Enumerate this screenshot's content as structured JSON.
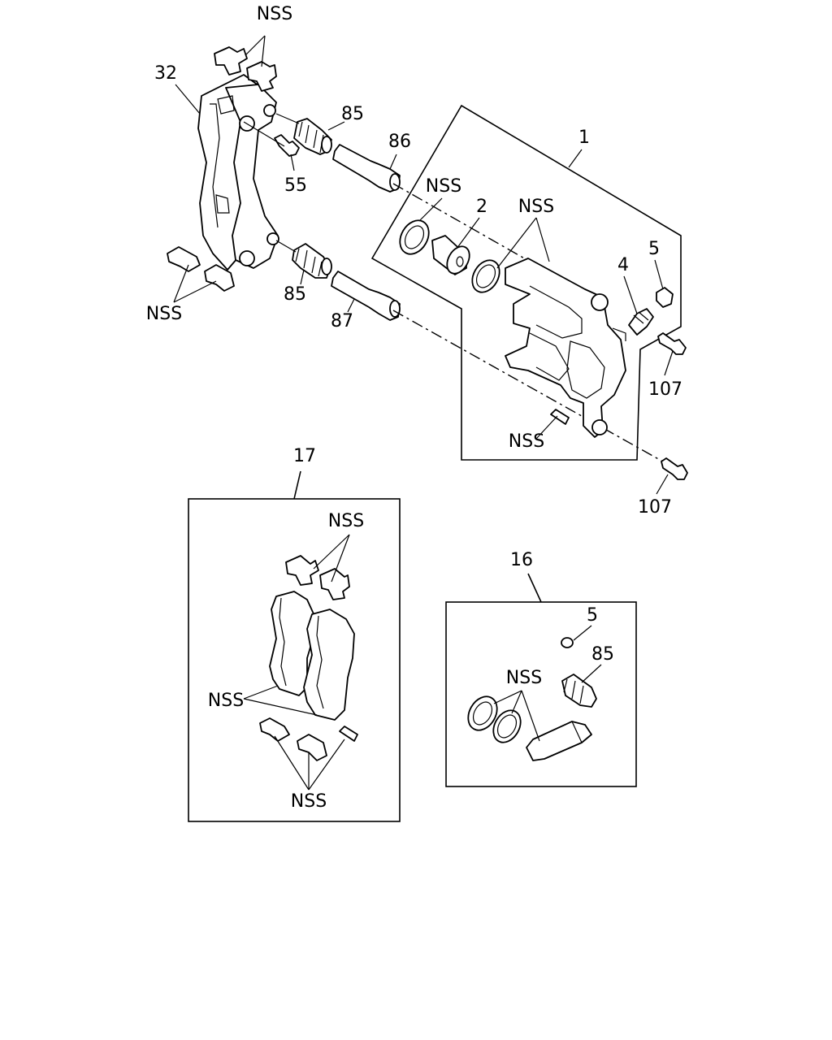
{
  "labels": {
    "nss_top": "NSS",
    "part_32": "32",
    "part_85_top": "85",
    "part_86": "86",
    "part_55": "55",
    "part_1": "1",
    "nss_seal": "NSS",
    "part_2": "2",
    "nss_caliper": "NSS",
    "part_4": "4",
    "part_5_top": "5",
    "nss_left_clip": "NSS",
    "part_85_mid": "85",
    "part_87": "87",
    "part_107_a": "107",
    "nss_pin": "NSS",
    "part_107_b": "107",
    "part_17": "17",
    "nss_pad_clips": "NSS",
    "nss_pads": "NSS",
    "nss_pad_bottom": "NSS",
    "part_16": "16",
    "part_5_kit": "5",
    "part_85_kit": "85",
    "nss_kit": "NSS"
  }
}
